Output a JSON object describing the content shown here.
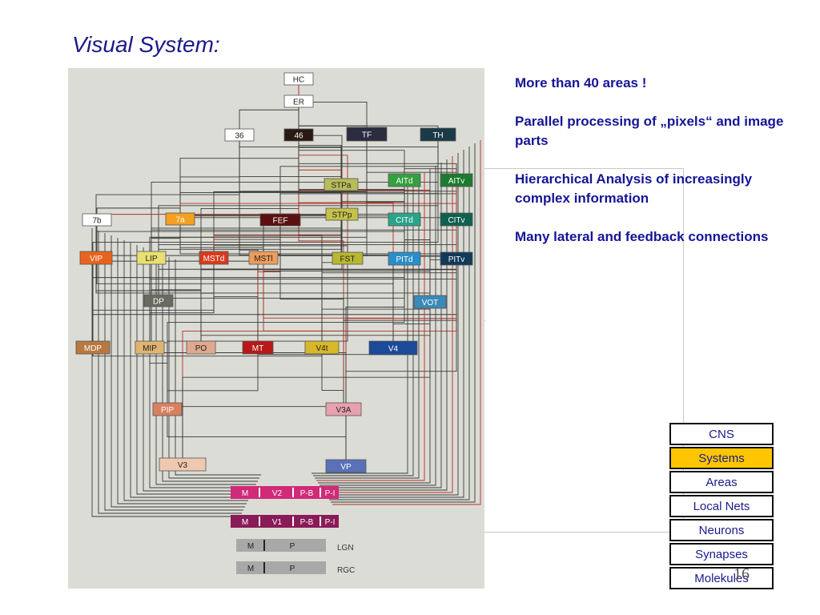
{
  "title": "Visual System:",
  "bullets": [
    "More than 40 areas !",
    "Parallel processing of „pixels“ and image parts",
    "Hierarchical Analysis of increasingly complex information",
    "Many lateral and feedback connections"
  ],
  "levels": [
    {
      "label": "CNS",
      "active": false
    },
    {
      "label": "Systems",
      "active": true
    },
    {
      "label": "Areas",
      "active": false
    },
    {
      "label": "Local Nets",
      "active": false
    },
    {
      "label": "Neurons",
      "active": false
    },
    {
      "label": "Synapses",
      "active": false
    },
    {
      "label": "Molekules",
      "active": false
    }
  ],
  "page_number": "16",
  "diagram_areas": [
    {
      "label": "HC",
      "color": "#ffffff"
    },
    {
      "label": "ER",
      "color": "#ffffff"
    },
    {
      "label": "36",
      "color": "#ffffff"
    },
    {
      "label": "46",
      "color": "#2a1a14"
    },
    {
      "label": "TF",
      "color": "#2c2c40"
    },
    {
      "label": "TH",
      "color": "#1a3a48"
    },
    {
      "label": "STPa",
      "color": "#b8bc5a"
    },
    {
      "label": "AITd",
      "color": "#35a040"
    },
    {
      "label": "AITv",
      "color": "#1e7a30"
    },
    {
      "label": "7b",
      "color": "#ffffff"
    },
    {
      "label": "7a",
      "color": "#f4a020"
    },
    {
      "label": "FEF",
      "color": "#5a1010"
    },
    {
      "label": "STPp",
      "color": "#c4c24a"
    },
    {
      "label": "CITd",
      "color": "#2aa38a"
    },
    {
      "label": "CITv",
      "color": "#106050"
    },
    {
      "label": "VIP",
      "color": "#e8641e"
    },
    {
      "label": "LIP",
      "color": "#e8e070"
    },
    {
      "label": "MSTd",
      "color": "#d83a1e"
    },
    {
      "label": "MSTl",
      "color": "#ee9c5c"
    },
    {
      "label": "FST",
      "color": "#b8b830"
    },
    {
      "label": "PITd",
      "color": "#2a8ec8"
    },
    {
      "label": "PITv",
      "color": "#103a58"
    },
    {
      "label": "DP",
      "color": "#6a6a60"
    },
    {
      "label": "VOT",
      "color": "#3a8ab8"
    },
    {
      "label": "MDP",
      "color": "#b87840"
    },
    {
      "label": "MIP",
      "color": "#e0b470"
    },
    {
      "label": "PO",
      "color": "#e0a890"
    },
    {
      "label": "MT",
      "color": "#b81818"
    },
    {
      "label": "V4t",
      "color": "#d8b82a"
    },
    {
      "label": "V4",
      "color": "#1a4a98"
    },
    {
      "label": "PIP",
      "color": "#d88060"
    },
    {
      "label": "V3A",
      "color": "#e8a0b0"
    },
    {
      "label": "V3",
      "color": "#f0c8b0"
    },
    {
      "label": "VP",
      "color": "#5a70b8"
    },
    {
      "label": "V2",
      "color": "#d02a78"
    },
    {
      "label": "V1",
      "color": "#8a1a58"
    },
    {
      "label": "LGN",
      "color": "#a8a8a8"
    },
    {
      "label": "RGC",
      "color": "#a8a8a8"
    }
  ],
  "stream_labels": {
    "m": "M",
    "p": "P",
    "pb": "P-B",
    "pi": "P-I"
  }
}
